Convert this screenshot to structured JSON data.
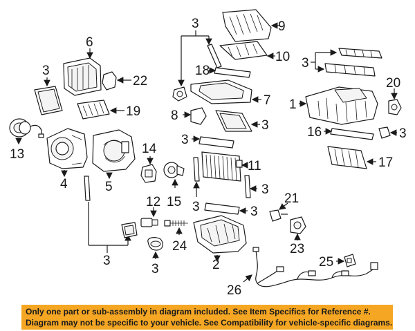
{
  "callouts": {
    "c13": "13",
    "c4": "4",
    "c5": "5",
    "c6": "6",
    "c3a": "3",
    "c22": "22",
    "c19": "19",
    "c3top": "3",
    "c9": "9",
    "c10": "10",
    "c18": "18",
    "c7": "7",
    "c8": "8",
    "c3b": "3",
    "c3c": "3",
    "c14": "14",
    "c11": "11",
    "c3d": "3",
    "c3e": "3",
    "c3f": "3",
    "c15": "15",
    "c12": "12",
    "c24": "24",
    "c3g": "3",
    "c3h": "3",
    "c2": "2",
    "c26": "26",
    "c3right": "3",
    "c1": "1",
    "c20": "20",
    "c16": "16",
    "c17": "17",
    "c21": "21",
    "c23": "23",
    "c25": "25"
  },
  "disclaimer": {
    "line1": "Only one part or sub-assembly in diagram included. See Item Specifics for Reference #.",
    "line2": "Diagram may not be specific to your vehicle. See Compatibility for vehicle-specific diagrams."
  },
  "colors": {
    "banner": "#f5a623",
    "ink": "#1a1a1a"
  }
}
